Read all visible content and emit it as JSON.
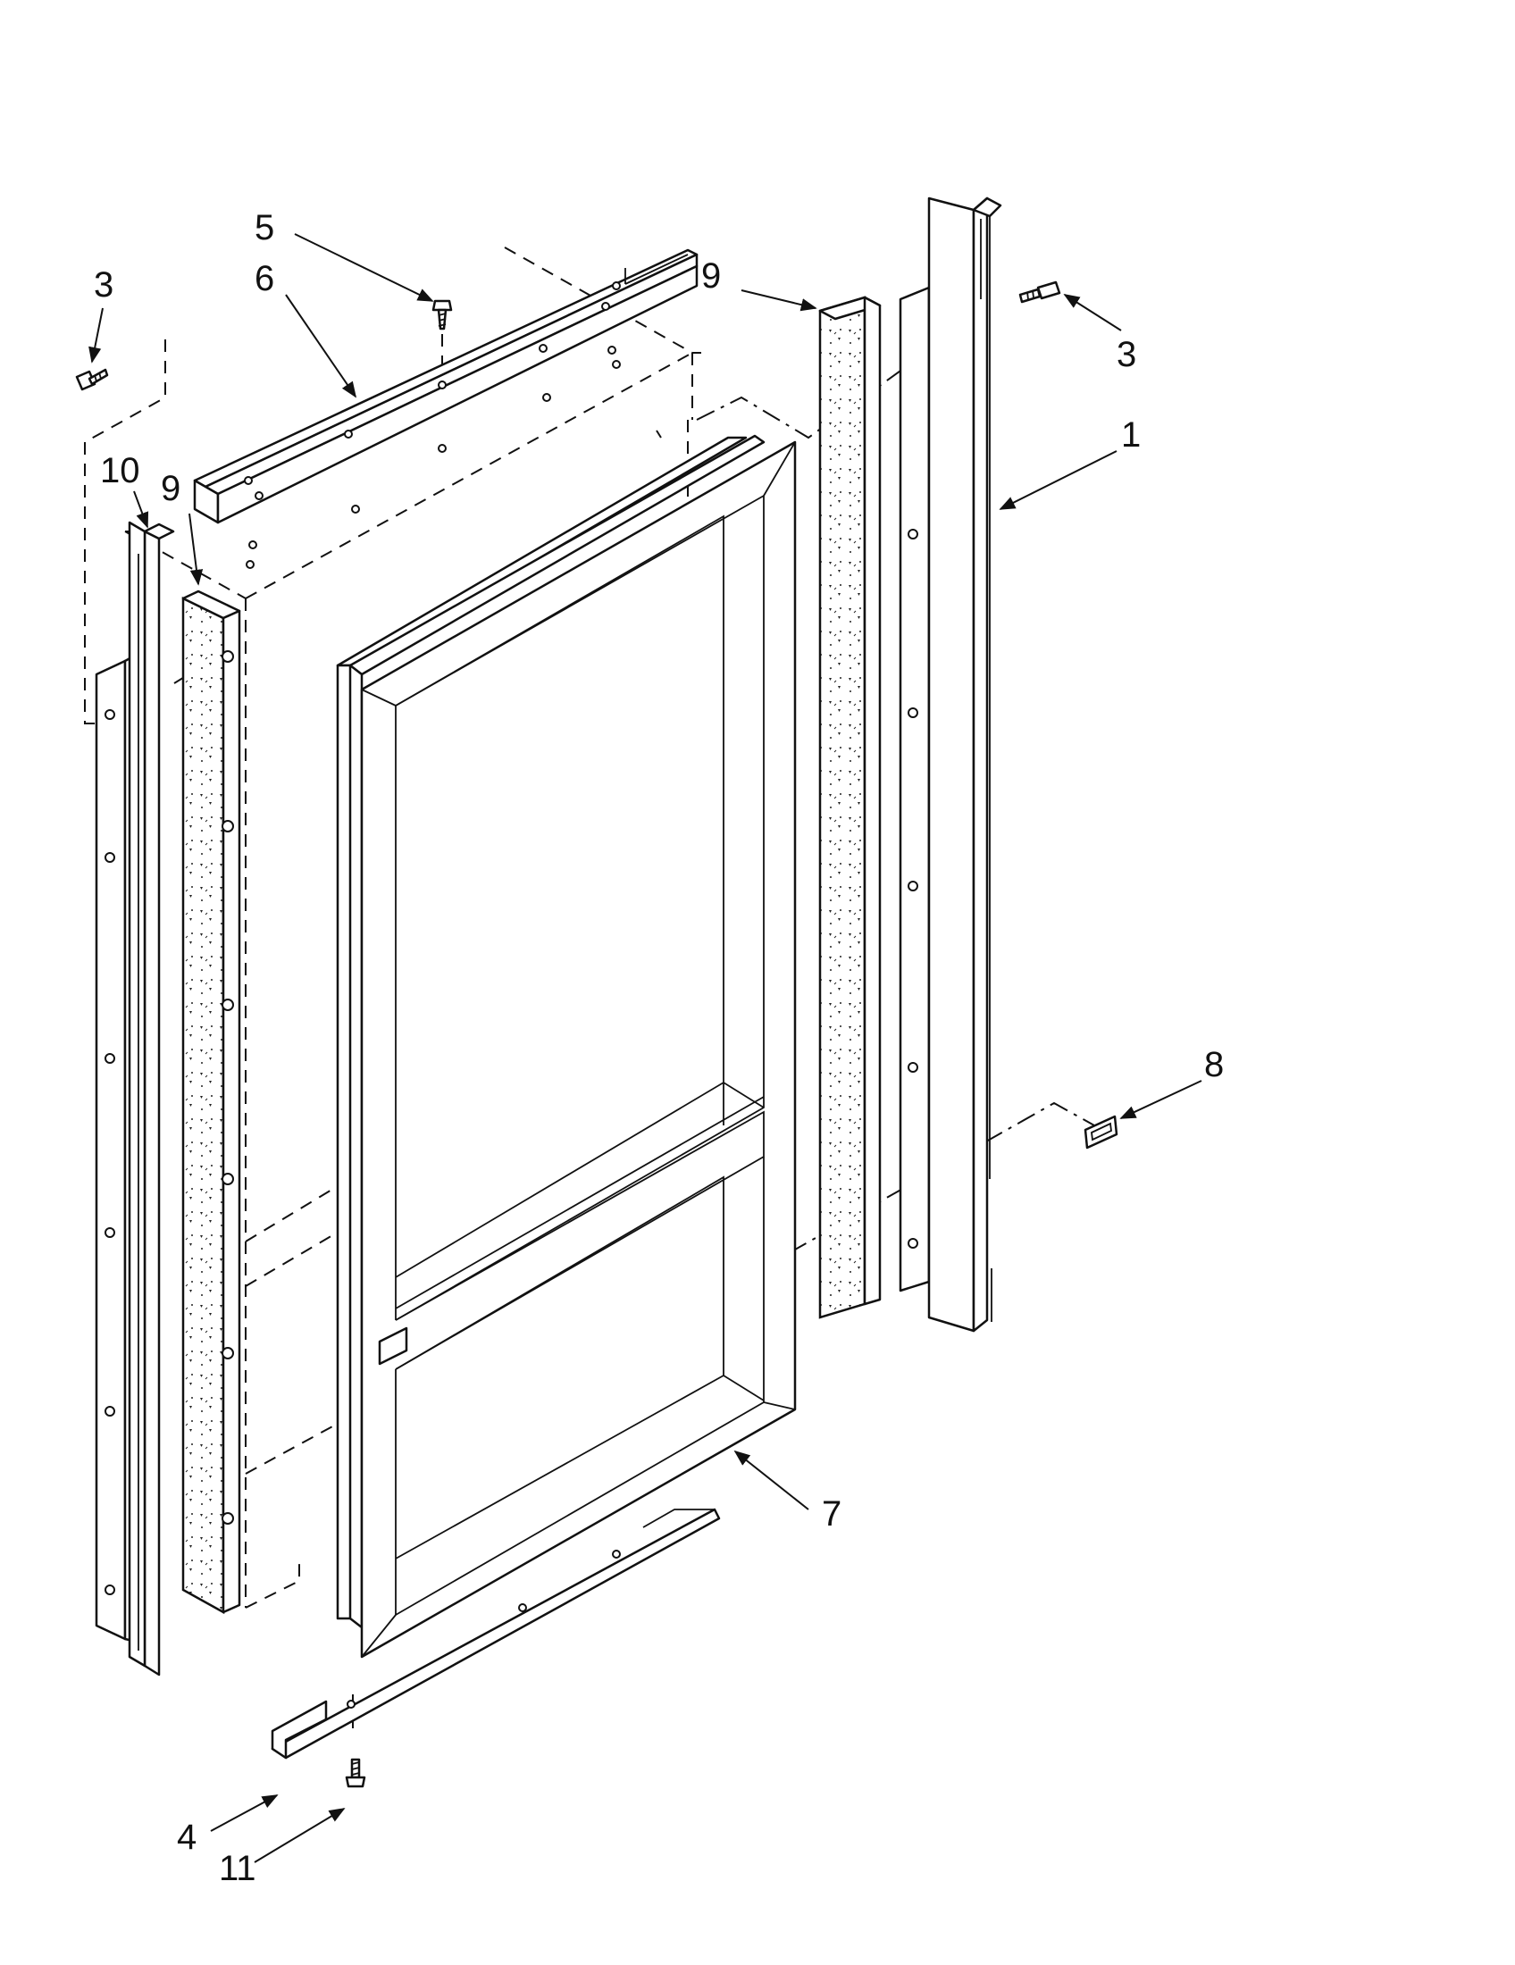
{
  "diagram": {
    "callouts": [
      {
        "id": "c3-left",
        "label": "3"
      },
      {
        "id": "c5",
        "label": "5"
      },
      {
        "id": "c6",
        "label": "6"
      },
      {
        "id": "c9-left",
        "label": "9"
      },
      {
        "id": "c10",
        "label": "10"
      },
      {
        "id": "c9-right",
        "label": "9"
      },
      {
        "id": "c3-right",
        "label": "3"
      },
      {
        "id": "c1",
        "label": "1"
      },
      {
        "id": "c8",
        "label": "8"
      },
      {
        "id": "c7",
        "label": "7"
      },
      {
        "id": "c4",
        "label": "4"
      },
      {
        "id": "c11",
        "label": "11"
      }
    ]
  }
}
